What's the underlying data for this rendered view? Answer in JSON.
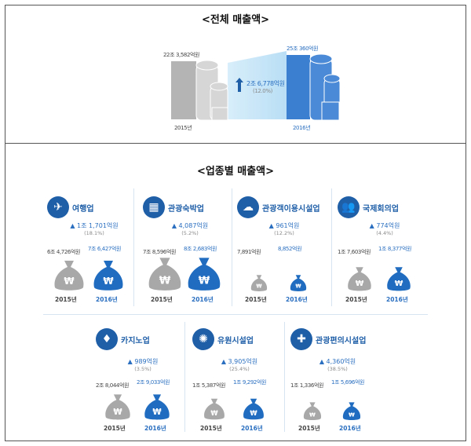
{
  "total": {
    "title": "<전체 매출액>",
    "y2015": {
      "year": "2015년",
      "value": "22조 3,582억원"
    },
    "y2016": {
      "year": "2016년",
      "value": "25조 360억원"
    },
    "change": "2조 6,778억원",
    "pct": "(12.0%)"
  },
  "sector": {
    "title": "<업종별 매출액>",
    "items": [
      {
        "name": "여행업",
        "icon": "airplane-icon",
        "change": "▲ 1조 1,701억원",
        "pct": "(18.1%)",
        "v2015": "6조 4,726억원",
        "v2016": "7조 6,427억원",
        "y2015": "2015년",
        "y2016": "2016년"
      },
      {
        "name": "관광숙박업",
        "icon": "hotel-icon",
        "change": "▲ 4,087억원",
        "pct": "(5.2%)",
        "v2015": "7조 8,596억원",
        "v2016": "8조 2,683억원",
        "y2015": "2015년",
        "y2016": "2016년"
      },
      {
        "name": "관광객이용시설업",
        "icon": "landscape-icon",
        "change": "▲ 961억원",
        "pct": "(12.2%)",
        "v2015": "7,891억원",
        "v2016": "8,852억원",
        "y2015": "2015년",
        "y2016": "2016년"
      },
      {
        "name": "국제회의업",
        "icon": "people-icon",
        "change": "▲ 774억원",
        "pct": "(4.4%)",
        "v2015": "1조 7,603억원",
        "v2016": "1조 8,377억원",
        "y2015": "2015년",
        "y2016": "2016년"
      },
      {
        "name": "카지노업",
        "icon": "cards-icon",
        "change": "▲ 989억원",
        "pct": "(3.5%)",
        "v2015": "2조 8,044억원",
        "v2016": "2조 9,033억원",
        "y2015": "2015년",
        "y2016": "2016년"
      },
      {
        "name": "유원시설업",
        "icon": "ferris-wheel-icon",
        "change": "▲ 3,905억원",
        "pct": "(25.4%)",
        "v2015": "1조 5,387억원",
        "v2016": "1조 9,292억원",
        "y2015": "2015년",
        "y2016": "2016년"
      },
      {
        "name": "관광편의시설업",
        "icon": "convenience-icon",
        "change": "▲ 4,360억원",
        "pct": "(38.5%)",
        "v2015": "1조 1,336억원",
        "v2016": "1조 5,696억원",
        "y2015": "2015년",
        "y2016": "2016년"
      }
    ]
  },
  "colors": {
    "blue": "#1f5fa8",
    "light_blue": "#2a6fc0",
    "gray": "#a8a8a8"
  }
}
